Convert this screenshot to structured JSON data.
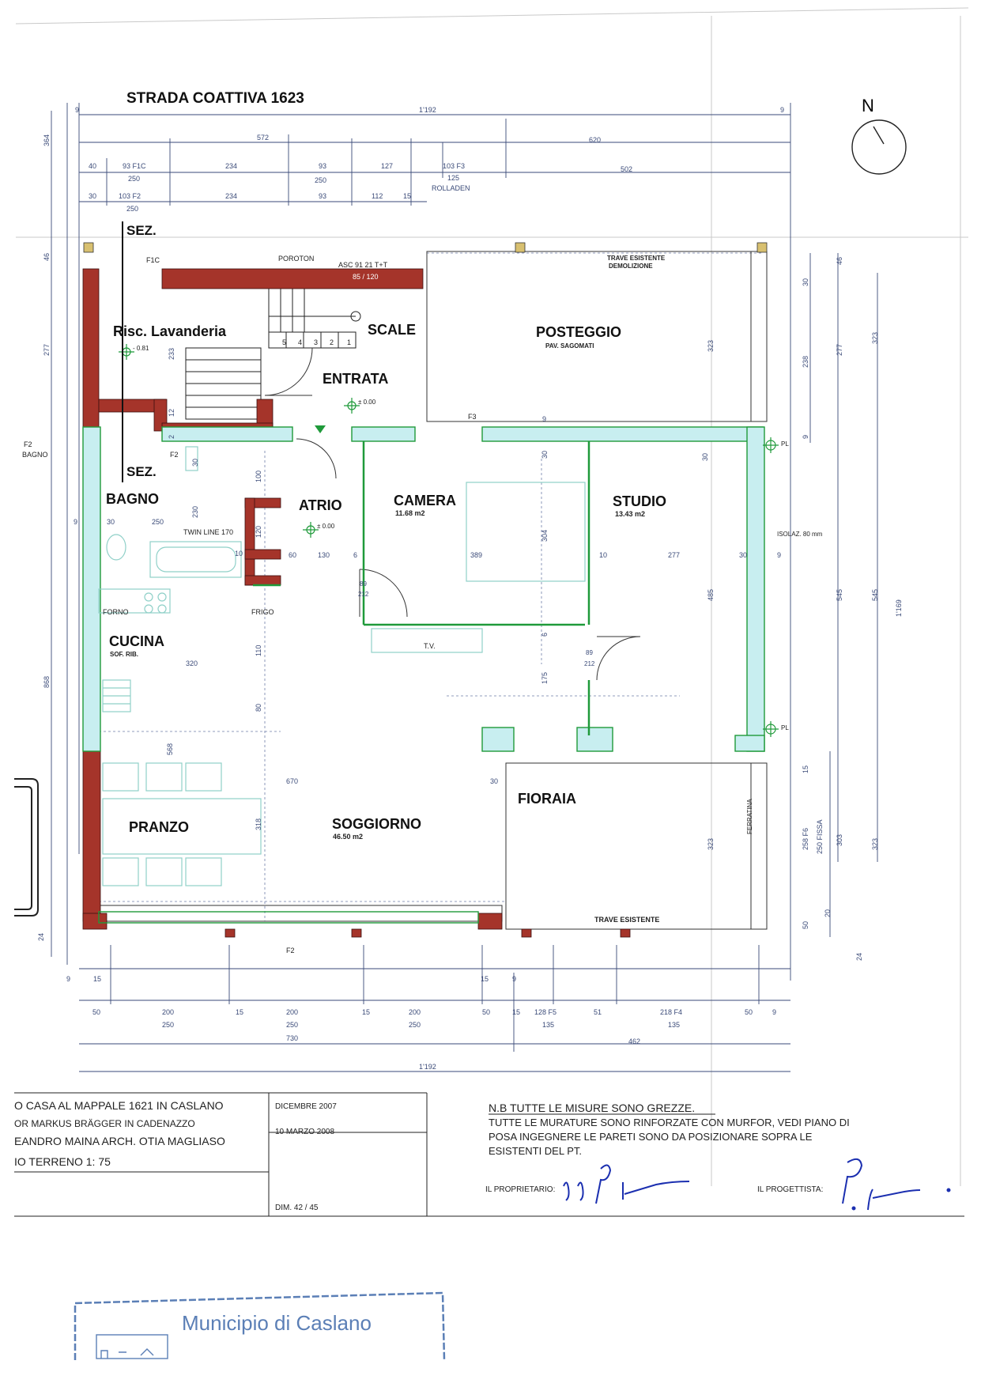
{
  "road": "STRADA COATTIVA 1623",
  "north": "N",
  "rooms": {
    "risc_lavanderia": "Risc. Lavanderia",
    "scale": "SCALE",
    "posteggio": "POSTEGGIO",
    "posteggio_sub": "PAV. SAGOMATI",
    "entrata": "ENTRATA",
    "bagno": "BAGNO",
    "atrio": "ATRIO",
    "camera": "CAMERA",
    "camera_area": "11.68 m2",
    "studio": "STUDIO",
    "studio_area": "13.43 m2",
    "cucina": "CUCINA",
    "cucina_sub": "SOF. RIB.",
    "pranzo": "PRANZO",
    "soggiorno": "SOGGIORNO",
    "soggiorno_area": "46.50 m2",
    "fioraia": "FIORAIA"
  },
  "labels": {
    "sez_top": "SEZ.",
    "sez_mid": "SEZ.",
    "poroton": "POROTON",
    "asc": "ASC 91 21 T+T",
    "asc_size": "85 / 120",
    "trave_demolizione_1": "TRAVE ESISTENTE",
    "trave_demolizione_2": "DEMOLIZIONE",
    "trave_esistente": "TRAVE ESISTENTE",
    "twin_line": "TWIN LINE 170",
    "forno": "FORNO",
    "frigo": "FRIGO",
    "tv": "T.V.",
    "isolaz": "ISOLAZ. 80 mm",
    "ferratina": "FERRATINA",
    "pl_1": "PL",
    "pl_2": "PL",
    "f1c": "F1C",
    "f2_bagno_1": "F2",
    "f2_bagno_2": "BAGNO",
    "f2_small": "F2",
    "f3": "F3",
    "f2_bottom": "F2",
    "level_1": "- 0.81",
    "level_2": "± 0.00",
    "level_3": "± 0.00",
    "door_1_w": "89",
    "door_1_h": "212",
    "door_2_w": "89",
    "door_2_h": "212",
    "stair_steps": [
      "5",
      "4",
      "3",
      "2",
      "1"
    ]
  },
  "dimensions_top": {
    "total": "1'192",
    "left_9": "9",
    "right_9": "9",
    "row2": [
      "572",
      "620"
    ],
    "row3": [
      "40",
      "93 F1C",
      "234",
      "93",
      "127",
      "103 F3",
      "502"
    ],
    "row3b": [
      "250",
      "250",
      "125",
      "ROLLADEN"
    ],
    "row4": [
      "30",
      "103 F2",
      "234",
      "93",
      "112",
      "15"
    ],
    "row4b": "250"
  },
  "dimensions_left": [
    "364",
    "46",
    "277",
    "868",
    "24"
  ],
  "dimensions_right": [
    "46",
    "30",
    "238",
    "277",
    "323",
    "9",
    "545",
    "545",
    "1'169",
    "323",
    "15",
    "303",
    "323",
    "20",
    "50",
    "24",
    "258 F6",
    "250 FISSA"
  ],
  "dimensions_inner": [
    "233",
    "12",
    "2",
    "30",
    "100",
    "230",
    "250",
    "30",
    "9",
    "120",
    "10",
    "60",
    "130",
    "6",
    "389",
    "10",
    "277",
    "30",
    "9",
    "304",
    "30",
    "485",
    "6",
    "175",
    "110",
    "320",
    "80",
    "568",
    "670",
    "318",
    "30",
    "323",
    "30",
    "9"
  ],
  "dimensions_bottom": {
    "row1": [
      "9",
      "15",
      "15",
      "9"
    ],
    "row2": [
      "50",
      "200",
      "15",
      "200",
      "15",
      "200",
      "50",
      "15",
      "128 F5",
      "51",
      "218 F4",
      "50",
      "9"
    ],
    "row2b": [
      "250",
      "250",
      "250",
      "135",
      "135"
    ],
    "row3": [
      "730",
      "462"
    ],
    "total": "1'192"
  },
  "title_block": {
    "line1": "O CASA AL MAPPALE 1621 IN CASLANO",
    "line2": "OR MARKUS BRÄGGER IN CADENAZZO",
    "line3": "EANDRO MAINA  ARCH. OTIA MAGLIASO",
    "line4": "IO TERRENO 1: 75",
    "date1": "DICEMBRE 2007",
    "date2": "10 MARZO 2008",
    "dim": "DIM. 42 / 45",
    "note1": "N.B TUTTE LE MISURE SONO GREZZE.",
    "note2": "TUTTE LE MURATURE SONO RINFORZATE CON MURFOR, VEDI PIANO DI",
    "note3": "POSA INGEGNERE LE PARETI SONO DA POSIZIONARE SOPRA LE",
    "note4": "ESISTENTI DEL PT.",
    "proprietario": "IL PROPRIETARIO:",
    "progettista": "IL PROGETTISTA:"
  },
  "stamp": "Municipio di Caslano",
  "colors": {
    "wall_red": "#a5342a",
    "wall_cyan": "#c8eef0",
    "wall_green": "#1f9a3a",
    "dim_blue": "#3a4a78",
    "fixture": "#8fd0c8",
    "stamp_blue": "#5b7fb6"
  }
}
